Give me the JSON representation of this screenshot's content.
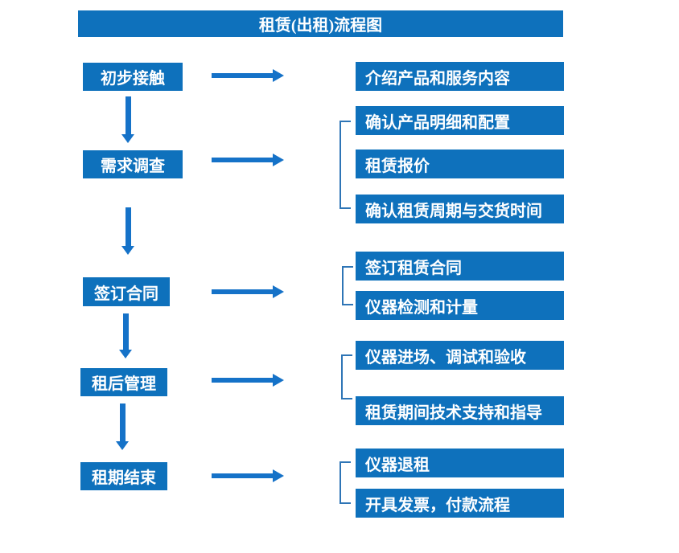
{
  "title": "租赁(出租)流程图",
  "colors": {
    "box_blue": "#0e71bc",
    "arrow_blue": "#1572c8",
    "bracket_blue": "#2e75b6",
    "text_white": "#ffffff"
  },
  "flow": [
    {
      "stage": "初步接触",
      "details": [
        "介绍产品和服务内容"
      ]
    },
    {
      "stage": "需求调查",
      "details": [
        "确认产品明细和配置",
        "租赁报价",
        "确认租赁周期与交货时间"
      ]
    },
    {
      "stage": "签订合同",
      "details": [
        "签订租赁合同",
        "仪器检测和计量"
      ]
    },
    {
      "stage": "租后管理",
      "details": [
        "仪器进场、调试和验收",
        "租赁期间技术支持和指导"
      ]
    },
    {
      "stage": "租期结束",
      "details": [
        "仪器退租",
        "开具发票，付款流程"
      ]
    }
  ]
}
